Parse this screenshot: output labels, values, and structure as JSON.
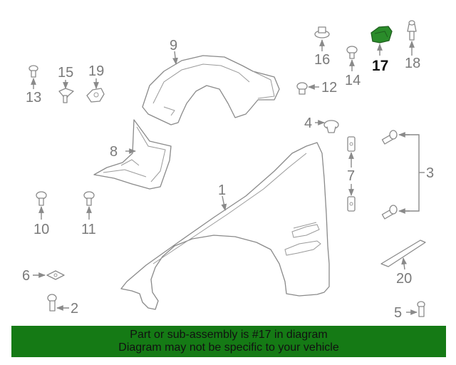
{
  "callouts": {
    "c1": "1",
    "c2": "2",
    "c3": "3",
    "c4": "4",
    "c5": "5",
    "c6": "6",
    "c7": "7",
    "c8": "8",
    "c9": "9",
    "c10": "10",
    "c11": "11",
    "c12": "12",
    "c13": "13",
    "c14": "14",
    "c15": "15",
    "c16": "16",
    "c17": "17",
    "c18": "18",
    "c19": "19",
    "c20": "20"
  },
  "highlight": {
    "part": "17",
    "color": "#2a8c2a"
  },
  "banner": {
    "line1": "Part or sub-assembly is #17 in diagram",
    "line2": "Diagram may not be specific to your vehicle",
    "color": "#157a15"
  }
}
